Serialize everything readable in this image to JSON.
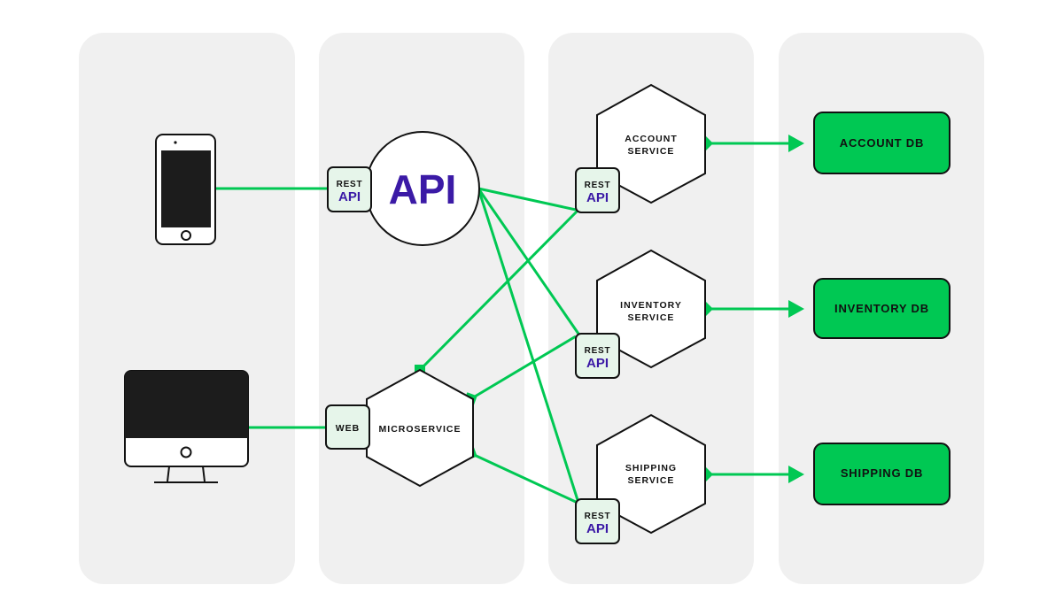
{
  "colors": {
    "accent_green": "#00c853",
    "column_bg": "#f0f0f0",
    "api_purple": "#3b1aa6",
    "badge_bg": "#e6f5ea"
  },
  "icons": {
    "client_mobile": "smartphone-icon",
    "client_desktop": "desktop-monitor-icon"
  },
  "gateway": {
    "api_label": "API",
    "badge_rest": "REST",
    "badge_api": "API"
  },
  "microservice": {
    "label": "MICROSERVICE",
    "badge": "WEB"
  },
  "services": [
    {
      "line1": "ACCOUNT",
      "line2": "SERVICE",
      "badge_rest": "REST",
      "badge_api": "API"
    },
    {
      "line1": "INVENTORY",
      "line2": "SERVICE",
      "badge_rest": "REST",
      "badge_api": "API"
    },
    {
      "line1": "SHIPPING",
      "line2": "SERVICE",
      "badge_rest": "REST",
      "badge_api": "API"
    }
  ],
  "databases": [
    {
      "label": "ACCOUNT DB"
    },
    {
      "label": "INVENTORY DB"
    },
    {
      "label": "SHIPPING DB"
    }
  ]
}
